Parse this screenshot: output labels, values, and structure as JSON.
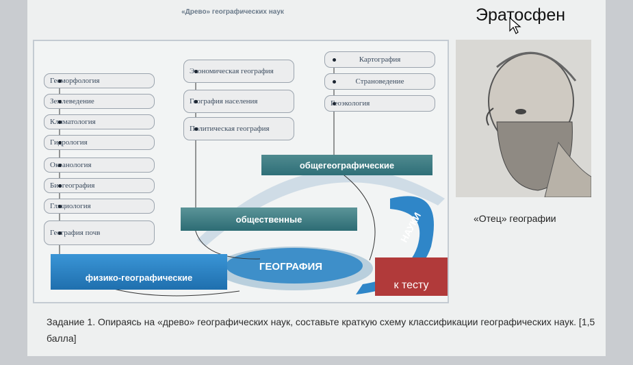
{
  "header": {
    "title": "«Древо» географических наук"
  },
  "portrait": {
    "name": "Эратосфен",
    "caption": "«Отец» географии"
  },
  "physical": {
    "label": "физико-географические",
    "items": [
      "Геоморфология",
      "Землеведение",
      "Климатология",
      "Гидрология",
      "Океанология",
      "Биогеография",
      "Гляциология",
      "География почв"
    ]
  },
  "social": {
    "label": "общественные",
    "items": [
      "Экономическая география",
      "География населения",
      "Политическая география"
    ]
  },
  "general": {
    "label": "общегеографические",
    "items": [
      "Картография",
      "Страноведение",
      "Геоэкология"
    ]
  },
  "center": {
    "geography": "ГЕОГРАФИЯ",
    "sciences": "НАУКИ"
  },
  "test_button": {
    "label": "к тесту"
  },
  "task": {
    "text": "Задание 1. Опираясь на «древо» географических наук, составьте краткую схему классификации географических наук. [1,5 балла]"
  },
  "colors": {
    "accent_blue": "#2f86c8",
    "teal": "#3f7b80",
    "button_red": "#b13a3a"
  }
}
